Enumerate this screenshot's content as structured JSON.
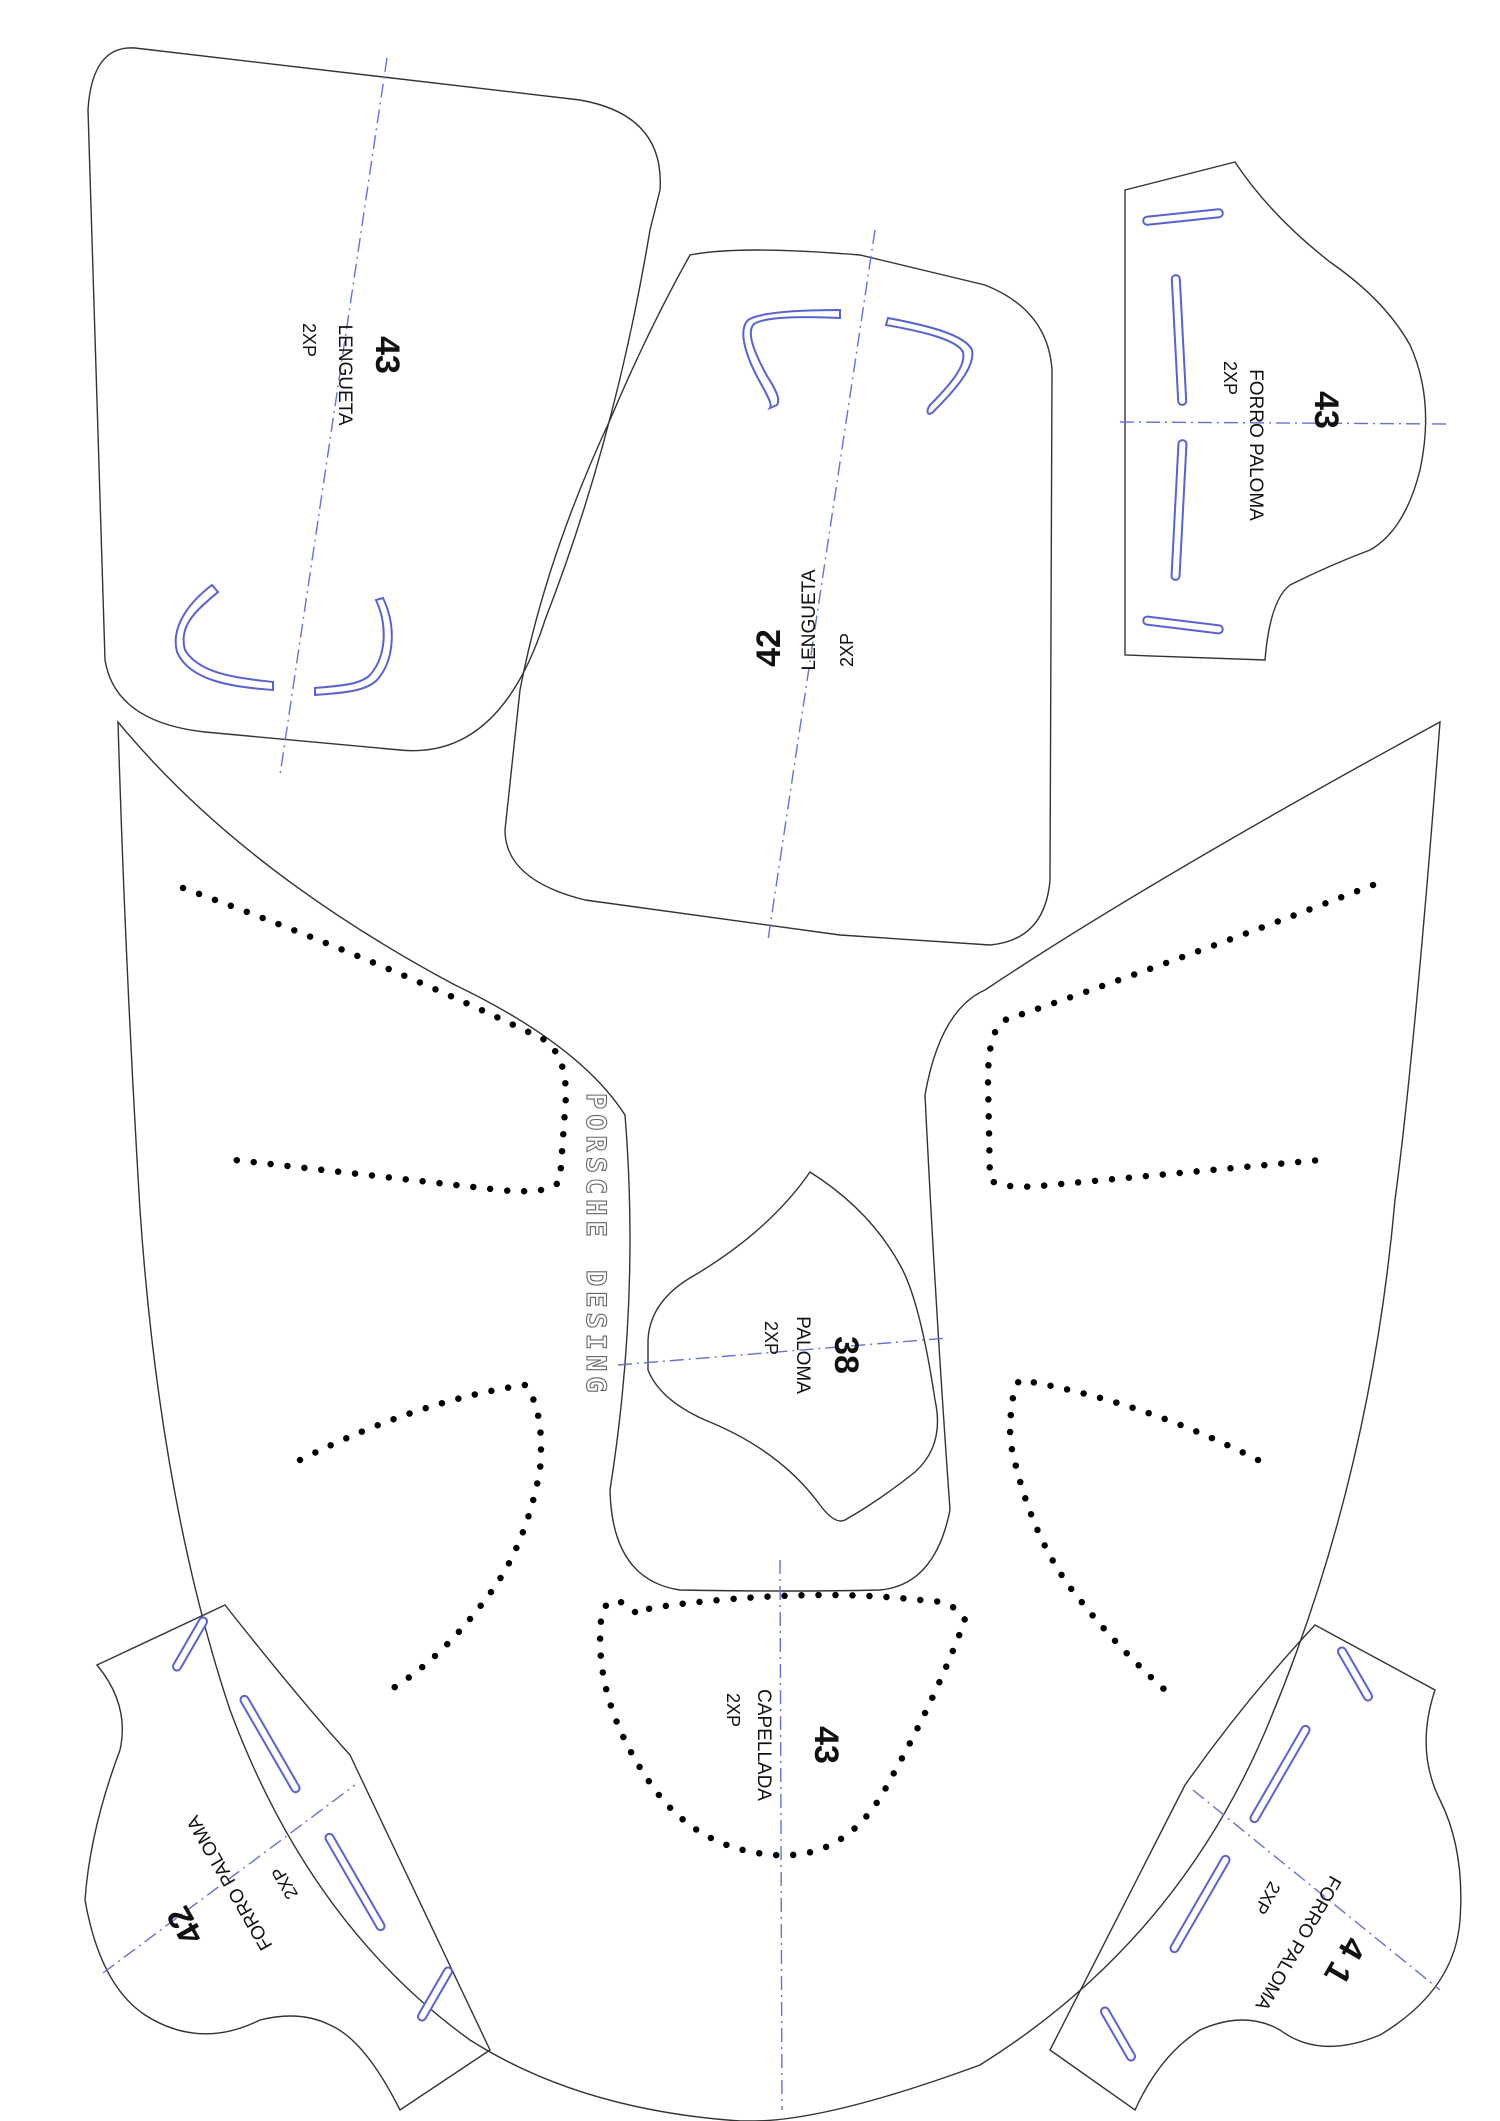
{
  "colors": {
    "outline": "#333333",
    "center_line": "#6670d8",
    "slot": "#5a62d0",
    "stitch_dots": "#000000",
    "background": "#ffffff"
  },
  "pieces": {
    "lengueta_43": {
      "size": "43",
      "name": "LENGUETA",
      "qty": "2XP"
    },
    "lengueta_42": {
      "size": "42",
      "name": "LENGUETA",
      "qty": "2XP"
    },
    "forro_paloma_43": {
      "size": "43",
      "name": "FORRO PALOMA",
      "qty": "2XP"
    },
    "paloma_38": {
      "size": "38",
      "name": "PALOMA",
      "qty": "2XP"
    },
    "capellada_43": {
      "size": "43",
      "name": "CAPELLADA",
      "qty": "2XP"
    },
    "forro_paloma_42": {
      "size": "42",
      "name": "FORRO PALOMA",
      "qty": "2XP"
    },
    "forro_paloma_41": {
      "size": "4 1",
      "name": "FORRO PALOMA",
      "qty": "2XP"
    }
  },
  "brand": {
    "line1": "PORSCHE",
    "line2": "DESING"
  }
}
